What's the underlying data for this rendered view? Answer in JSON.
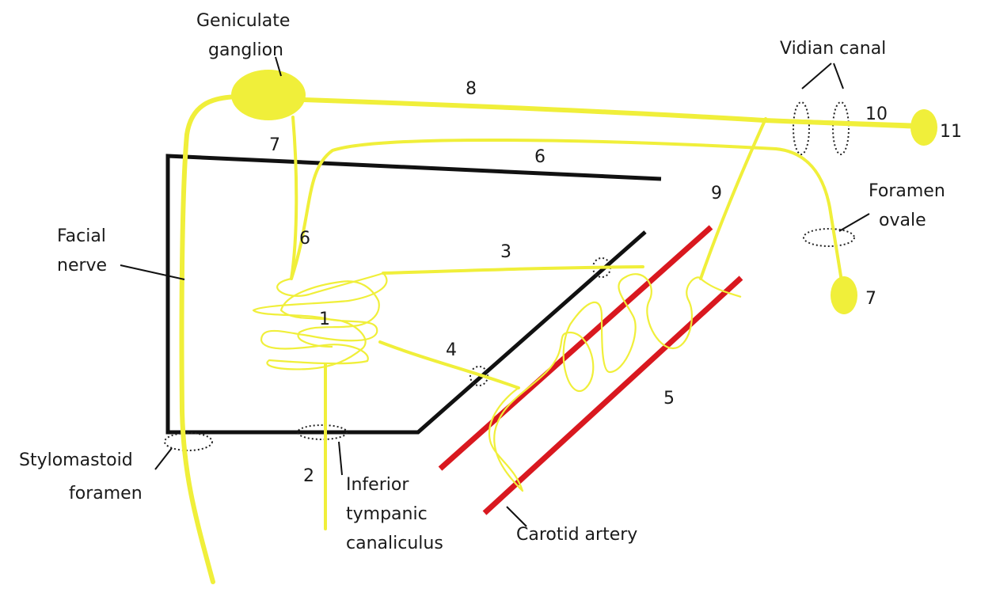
{
  "colors": {
    "nerve": "#f0ef3a",
    "bone": "#111111",
    "artery": "#d9181f",
    "text": "#1a1a1a"
  },
  "labels": {
    "geniculate": [
      "Geniculate",
      "ganglion"
    ],
    "vidian": "Vidian canal",
    "foramen_ovale": [
      "Foramen",
      "ovale"
    ],
    "facial_nerve": [
      "Facial",
      "nerve"
    ],
    "stylomastoid": [
      "Stylomastoid",
      "foramen"
    ],
    "inferior_tympanic": [
      "Inferior",
      "tympanic",
      "canaliculus"
    ],
    "carotid": "Carotid artery"
  },
  "numbers": {
    "n1": "1",
    "n2": "2",
    "n3": "3",
    "n4": "4",
    "n5": "5",
    "n6_upper": "6",
    "n6_lower": "6",
    "n7_upper": "7",
    "n7_ganglion": "7",
    "n8": "8",
    "n9": "9",
    "n10": "10",
    "n11": "11"
  }
}
